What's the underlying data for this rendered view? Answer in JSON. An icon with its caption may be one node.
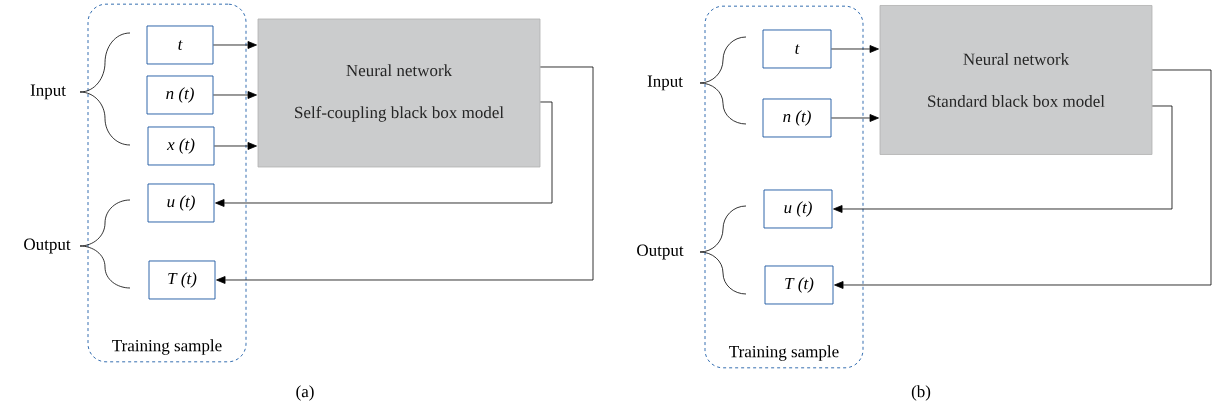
{
  "diagram": {
    "nodes": [
      {
        "text": [
          "Training sample"
        ]
      },
      {
        "text": [
          "t"
        ],
        "in": 0
      },
      {
        "text": [
          "*n* (*t*)"
        ],
        "in": 0
      },
      {
        "text": [
          "*x* (*t*)"
        ],
        "in": 0
      },
      {
        "text": [
          "*u* (*t*)"
        ],
        "in": 0
      },
      {
        "text": [
          "*T* (*t*)"
        ],
        "in": 0
      },
      {
        "text": [
          "Neural network",
          "Self-coupling black box model"
        ]
      },
      {
        "text": [
          "Training sample"
        ]
      },
      {
        "text": [
          "t"
        ],
        "in": 7
      },
      {
        "text": [
          "*n* (*t*)"
        ],
        "in": 7
      },
      {
        "text": [
          "*u* (*t*)"
        ],
        "in": 7
      },
      {
        "text": [
          "*T* (*t*)"
        ],
        "in": 7
      },
      {
        "text": [
          "Neural network",
          "Standard black box model"
        ]
      }
    ],
    "edges": [
      {
        "from": 1,
        "to": 6,
        "arrow": "to"
      },
      {
        "from": 2,
        "to": 6,
        "arrow": "to"
      },
      {
        "from": 3,
        "to": 6,
        "arrow": "to"
      },
      {
        "from": 6,
        "to": 4,
        "arrow": "to"
      },
      {
        "from": 6,
        "to": 5,
        "arrow": "to"
      },
      {
        "from": 8,
        "to": 12,
        "arrow": "to"
      },
      {
        "from": 9,
        "to": 12,
        "arrow": "to"
      },
      {
        "from": 12,
        "to": 10,
        "arrow": "to"
      },
      {
        "from": 12,
        "to": 11,
        "arrow": "to"
      }
    ],
    "labels": [
      "Input",
      "Output",
      "(a)",
      "Input",
      "Output",
      "(b)"
    ]
  }
}
